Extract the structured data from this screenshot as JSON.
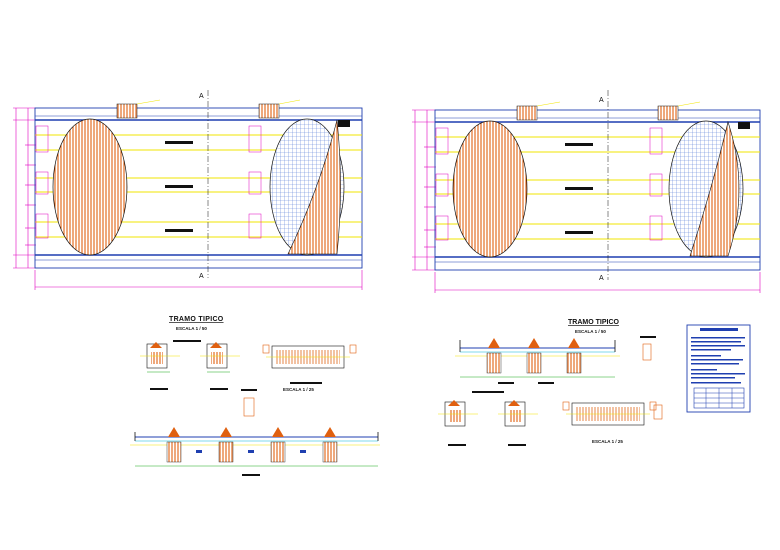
{
  "drawing": {
    "title_left": "TRAMO TIPICO",
    "scale_left": "ESCALA 1 / 50",
    "title_right": "TRAMO TIPICO",
    "scale_right": "ESCALA 1 / 50",
    "section_mark": "A",
    "detail_scale_left": "ESCALA 1 / 25",
    "detail_scale_right": "ESCALA 1 / 25"
  },
  "colors": {
    "frame_blue": "#1f3fb0",
    "yellow": "#f2e600",
    "magenta": "#e000c0",
    "orange_hatch": "#e06010",
    "blue_hatch": "#3a6ad8",
    "ink": "#111111",
    "cyan": "#00b4d8",
    "green": "#18a818"
  }
}
